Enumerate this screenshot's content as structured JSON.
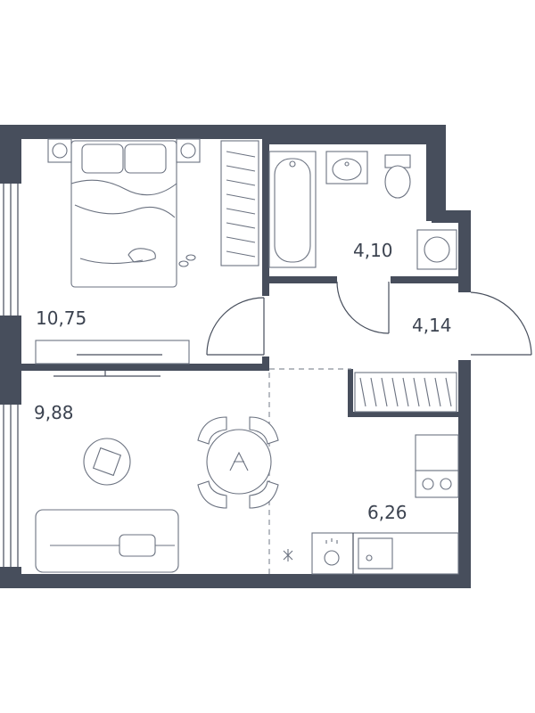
{
  "rooms": {
    "bedroom": {
      "area": "10,75"
    },
    "bathroom": {
      "area": "4,10"
    },
    "hallway": {
      "area": "4,14"
    },
    "living": {
      "area": "9,88"
    },
    "kitchen": {
      "area": "6,26"
    }
  },
  "colors": {
    "wall": "#474e5c",
    "furniture_stroke": "#6b7280",
    "label": "#3c4350"
  }
}
